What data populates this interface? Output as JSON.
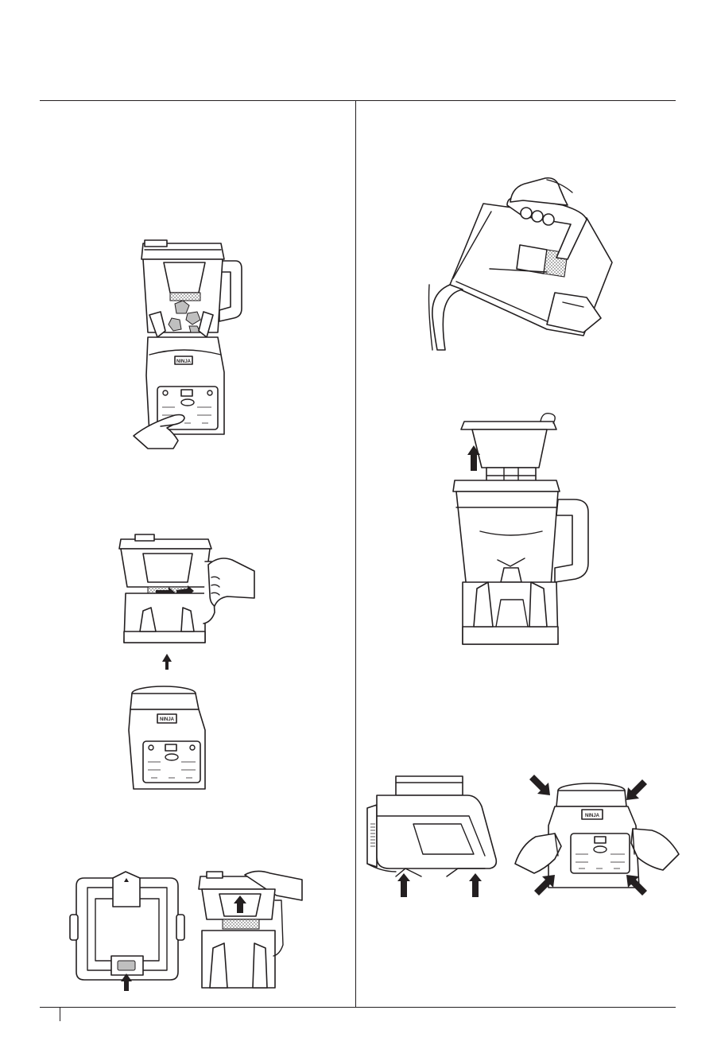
{
  "page": {
    "page_number": ""
  },
  "figures": {
    "fig_select_program": {
      "icon": "blender-press-program-illustration",
      "brand_mark": "NINJA"
    },
    "fig_remove_pitcher": {
      "icon": "pitcher-twist-lift-illustration",
      "brand_mark": "NINJA"
    },
    "fig_lid_release": {
      "icon": "lid-release-tab-illustration"
    },
    "fig_pour": {
      "icon": "pitcher-pour-illustration"
    },
    "fig_remove_filter": {
      "icon": "filter-basket-lift-illustration"
    },
    "fig_base_side": {
      "icon": "motor-base-side-illustration"
    },
    "fig_base_hands": {
      "icon": "motor-base-hands-illustration",
      "brand_mark": "NINJA"
    }
  }
}
